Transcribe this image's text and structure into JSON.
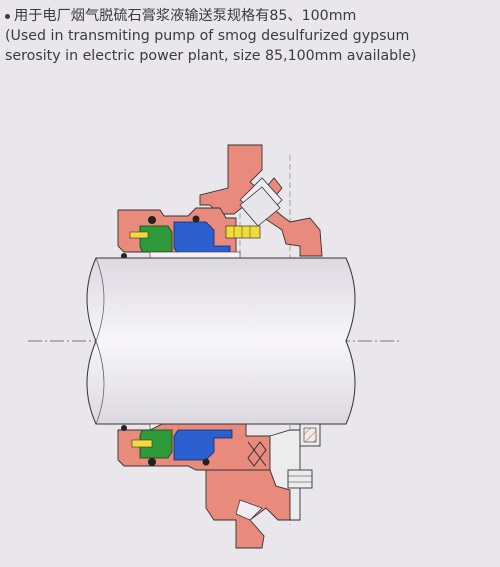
{
  "caption": {
    "line1": "用于电厂烟气脱硫石膏浆液输送泵规格有85、100mm",
    "line2": "(Used in transmiting pump of smog desulfurized gypsum",
    "line3": "serosity in electric power plant, size 85,100mm available)"
  },
  "colors": {
    "background": "#e9e6ec",
    "housing": "#e88a7c",
    "shaft": "#f4f2f6",
    "green_ring": "#2f9a3a",
    "blue_ring": "#2c5fd0",
    "yellow_pin": "#f2dc3a",
    "oring": "#222222",
    "gland": "#ececec",
    "line": "#333333"
  }
}
